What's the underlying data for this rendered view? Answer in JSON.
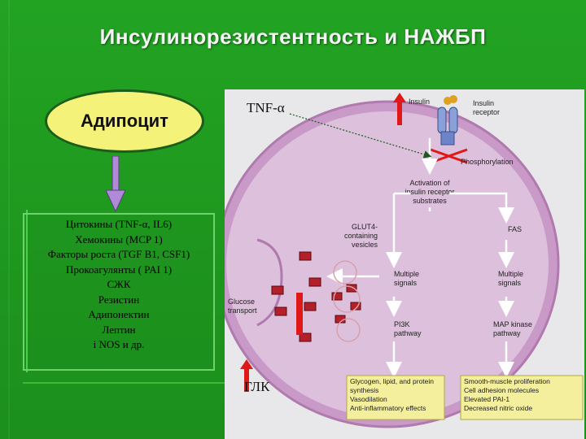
{
  "title": "Инсулинорезистентность и НАЖБП",
  "adipocyte_label": "Адипоцит",
  "cytokines_list": [
    "Цитокины (TNF-α, IL6)",
    "Хемокины (MCP 1)",
    "Факторы роста (TGF B1, CSF1)",
    "Прокоагулянты ( PAI 1)",
    "СЖК",
    "Резистин",
    "Адипонектин",
    "Лептин",
    "i NOS и др."
  ],
  "tnf_label": "TNF-α",
  "glk_label": "ГЛК",
  "figure": {
    "insulin": "Insulin",
    "insulin_receptor": "Insulin receptor",
    "phosphorylation": "Phosphorylation",
    "activation": "Activation of insulin receptor substrates",
    "glut4": "GLUT4-containing vesicles",
    "fas": "FAS",
    "glucose_transport": "Glucose transport",
    "multiple_signals_left": "Multiple signals",
    "multiple_signals_right": "Multiple signals",
    "pi3k": "PI3K pathway",
    "mapk": "MAP kinase pathway",
    "box_left": [
      "Glycogen, lipid, and protein",
      "synthesis",
      "Vasodilation",
      "Anti-inflammatory effects"
    ],
    "box_right": [
      "Smooth-muscle proliferation",
      "Cell adhesion molecules",
      "Elevated PAI-1",
      "Decreased nitric oxide"
    ]
  },
  "colors": {
    "background": "#1f9a1f",
    "ellipse_fill": "#f5f27a",
    "cell_fill": "#d9b8d8",
    "cell_border": "#c48fc2",
    "red_arrow": "#e01818",
    "purple_arrow": "#b08ad6",
    "pathway_box": "#f3ef9c"
  }
}
